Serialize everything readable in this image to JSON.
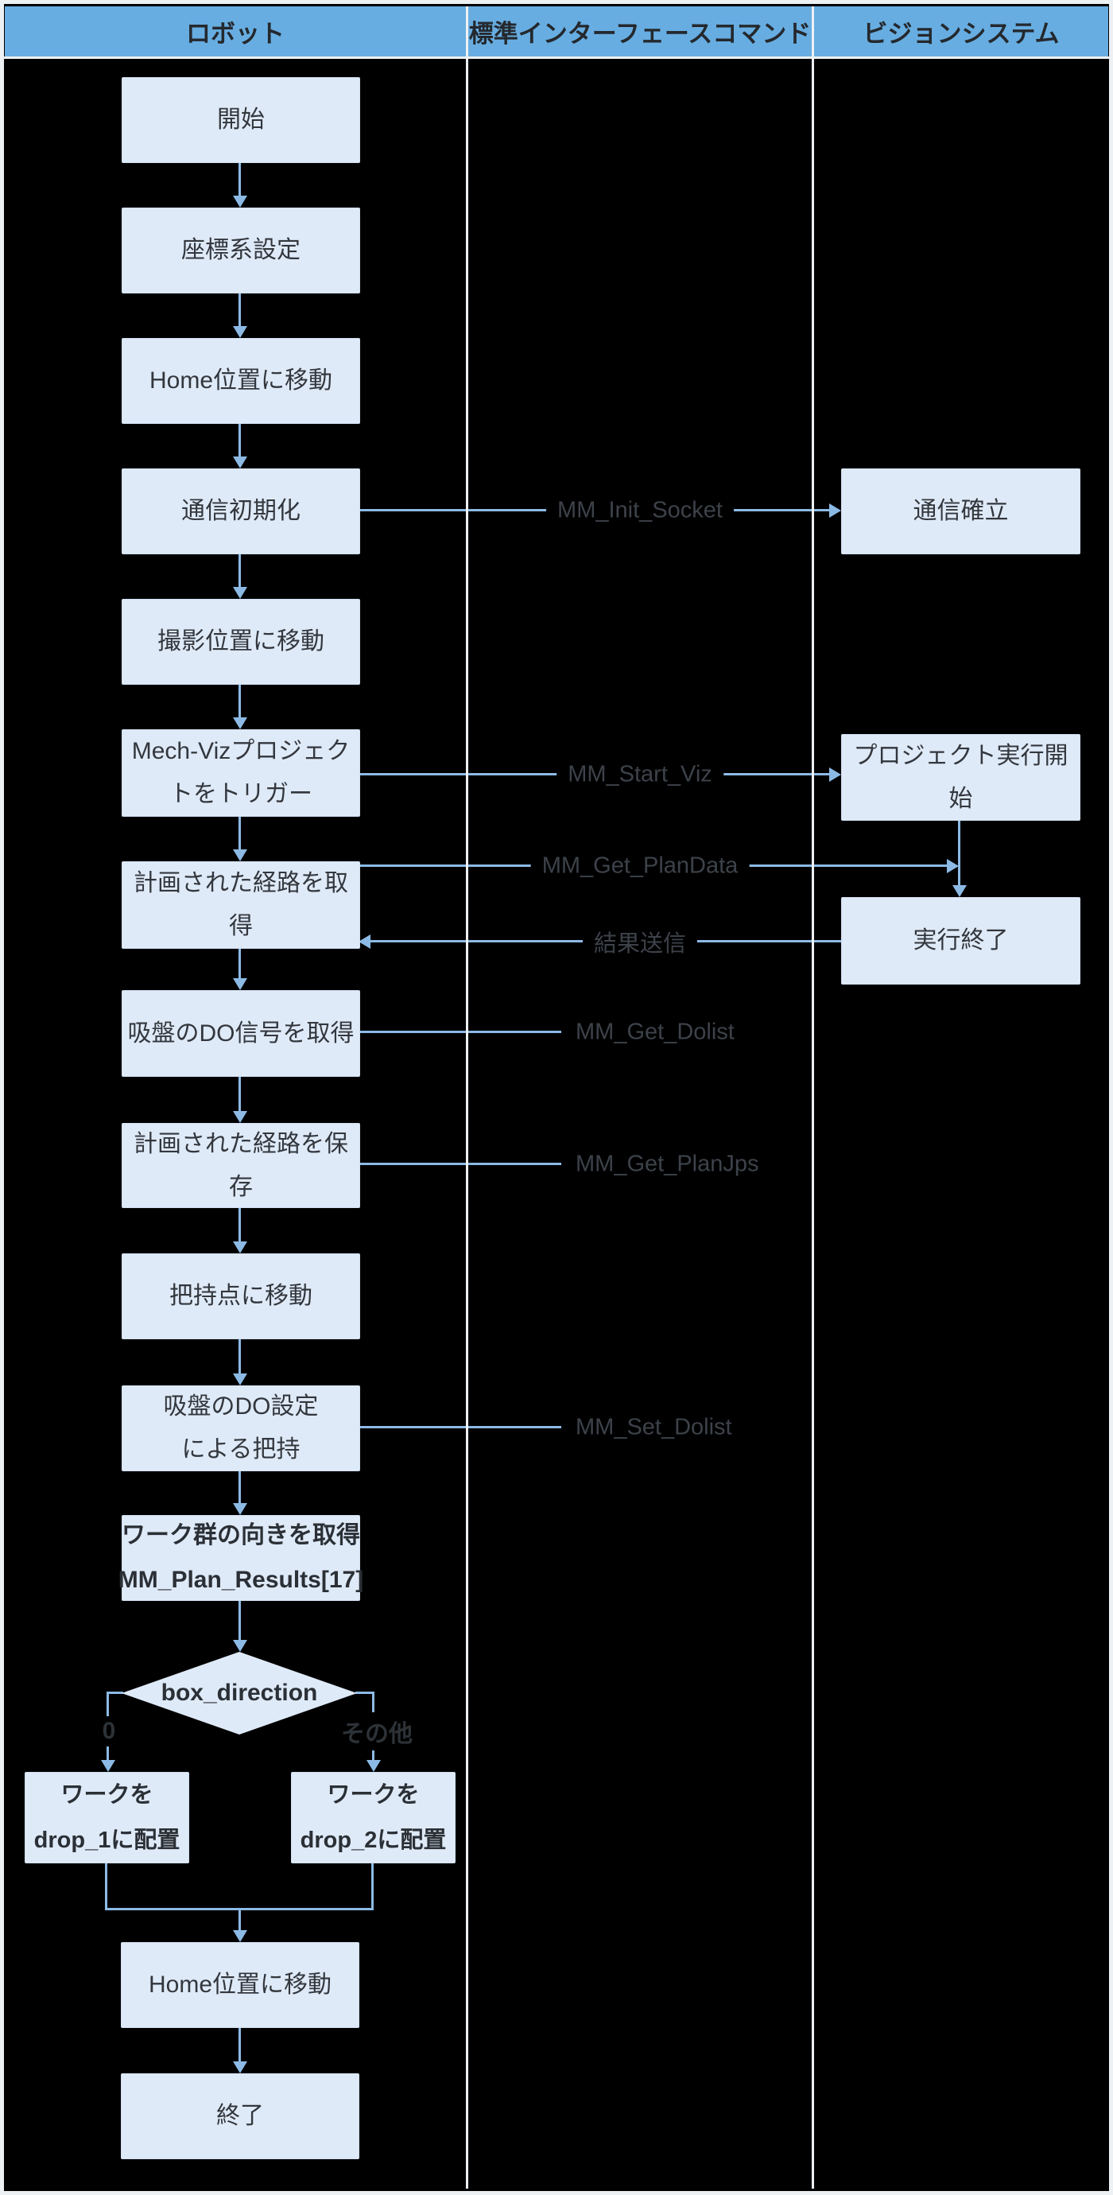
{
  "lanes": [
    {
      "label": "ロボット"
    },
    {
      "label": "標準インターフェースコマンド"
    },
    {
      "label": "ビジョンシステム"
    }
  ],
  "robot": {
    "start": "開始",
    "coord": "座標系設定",
    "home_move_1": "Home位置に移動",
    "comm_init": "通信初期化",
    "capture_move": "撮影位置に移動",
    "trigger_viz": "Mech-Vizプロジェク\nトをトリガー",
    "get_path": "計画された経路を取得",
    "get_do": "吸盤のDO信号を取得",
    "save_path": "計画された経路を保存",
    "move_grasp": "把持点に移動",
    "set_do": "吸盤のDO設定\nによる把持",
    "get_orientation": "ワーク群の向きを取得\nMM_Plan_Results[17]",
    "decision": "box_direction",
    "branch_left": "0",
    "branch_right": "その他",
    "drop1": "ワークを\ndrop_1に配置",
    "drop2": "ワークを\ndrop_2に配置",
    "home_move_2": "Home位置に移動",
    "end": "終了"
  },
  "commands": {
    "init_socket": "MM_Init_Socket",
    "start_viz": "MM_Start_Viz",
    "get_plandata": "MM_Get_PlanData",
    "send_result": "結果送信",
    "get_dolist": "MM_Get_Dolist",
    "get_planjps": "MM_Get_PlanJps",
    "set_dolist": "MM_Set_Dolist"
  },
  "vision": {
    "comm_established": "通信確立",
    "project_start": "プロジェクト実行開始",
    "execution_end": "実行終了"
  },
  "colors": {
    "background": "#000000",
    "header_bg": "#67ade1",
    "node_fill": "#dfeaf8",
    "arrow": "#8cbae5",
    "border": "#eef1f4",
    "text": "#33373d"
  }
}
